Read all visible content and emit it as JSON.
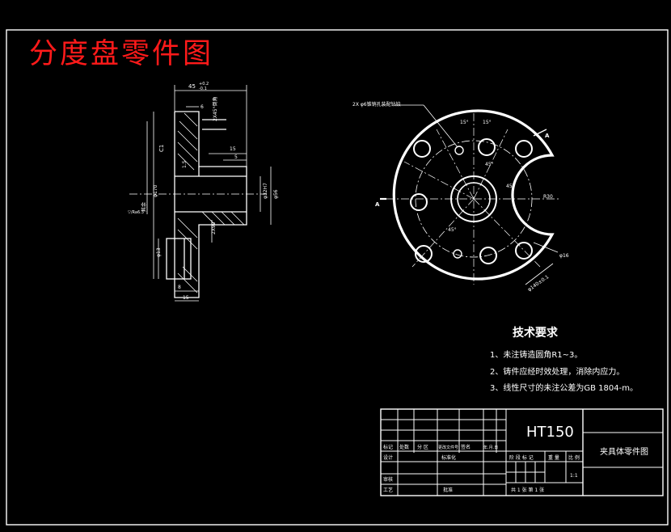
{
  "drawing_title": "分度盘零件图",
  "front_view": {
    "overall_width": "45",
    "tolerance_top": "+0.2",
    "tolerance_bottom": "-0.1",
    "dim_6": "6",
    "dim_chamfer": "2X45°倒角",
    "chamfer_c1": "C1",
    "dim_15_top": "15",
    "dim_5": "5",
    "dim_1_5": "1.5",
    "dia_bore": "φ32H7",
    "dia_hub": "φ56",
    "dia_outer": "φ170",
    "dim_2x90": "2X90",
    "dim_13": "φ13",
    "dim_8": "8",
    "dim_15_bottom": "15",
    "surface_note": "其余",
    "thread_note": "▽/Ra6.3"
  },
  "side_view": {
    "leader_note": "2X φ6锥销孔装配钻铰",
    "angle_a": "15°",
    "angle_b": "15°",
    "angle_c": "45°",
    "angle_d": "45°",
    "angle_e": "45°",
    "dia_r30": "R30",
    "dia_16": "φ16",
    "dia_pitch": "φ140±0.1",
    "section_a_left": "A",
    "section_a_right": "A"
  },
  "tech_requirements": {
    "heading": "技术要求",
    "items": [
      "1、未注铸造圆角R1~3。",
      "2、铸件应经时效处理，消除内应力。",
      "3、线性尺寸的未注公差为GB 1804-m。"
    ]
  },
  "title_block": {
    "material": "HT150",
    "part_name": "夹具体零件图",
    "row_labels": [
      "标记",
      "处数",
      "分 区",
      "更改文件号",
      "签名",
      "年.月.日"
    ],
    "design": "设计",
    "standardize": "标准化",
    "stage_mark": "阶 段 标 记",
    "weight": "重 量",
    "scale_label": "比 例",
    "scale_value": "1:1",
    "review": "审核",
    "process": "工艺",
    "approve": "批准",
    "sheets": "共 1 张  第 1 张"
  }
}
